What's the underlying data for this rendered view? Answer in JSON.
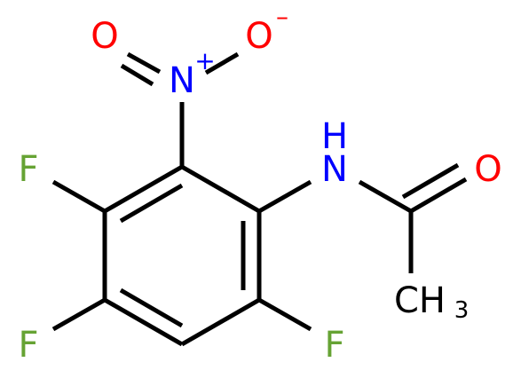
{
  "colors": {
    "bond": "#000000",
    "nitrogen": "#0000ff",
    "oxygen": "#ff0000",
    "fluorine": "#66a334",
    "carbon": "#000000"
  },
  "labels": {
    "nitro_o_left": "O",
    "nitro_o_right": "O",
    "nitro_o_charge": "–",
    "nitro_n": "N",
    "nitro_n_charge": "+",
    "amide_n": "N",
    "amide_h": "H",
    "carbonyl_o": "O",
    "methyl_c": "CH",
    "methyl_sub": "3",
    "f_upper_left": "F",
    "f_lower_left": "F",
    "f_lower_right": "F"
  }
}
